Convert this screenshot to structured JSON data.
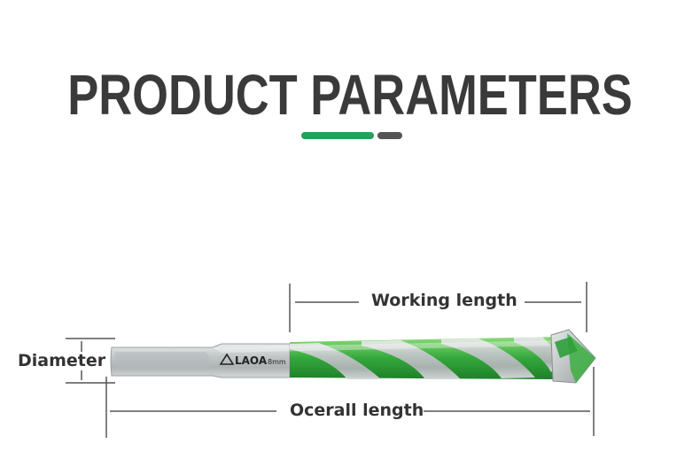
{
  "title": "PRODUCT PARAMETERS",
  "labels": {
    "working_length": "Working length",
    "diameter": "Diameter",
    "overall_length": "Ocerall length"
  },
  "bit": {
    "brand": "LAOA",
    "size": "8mm"
  },
  "colors": {
    "accent_green": "#22a25a",
    "accent_gray": "#555555",
    "title": "#3a3a3a",
    "shank": "#c8cbcc",
    "flute_green": "#3cb043"
  }
}
